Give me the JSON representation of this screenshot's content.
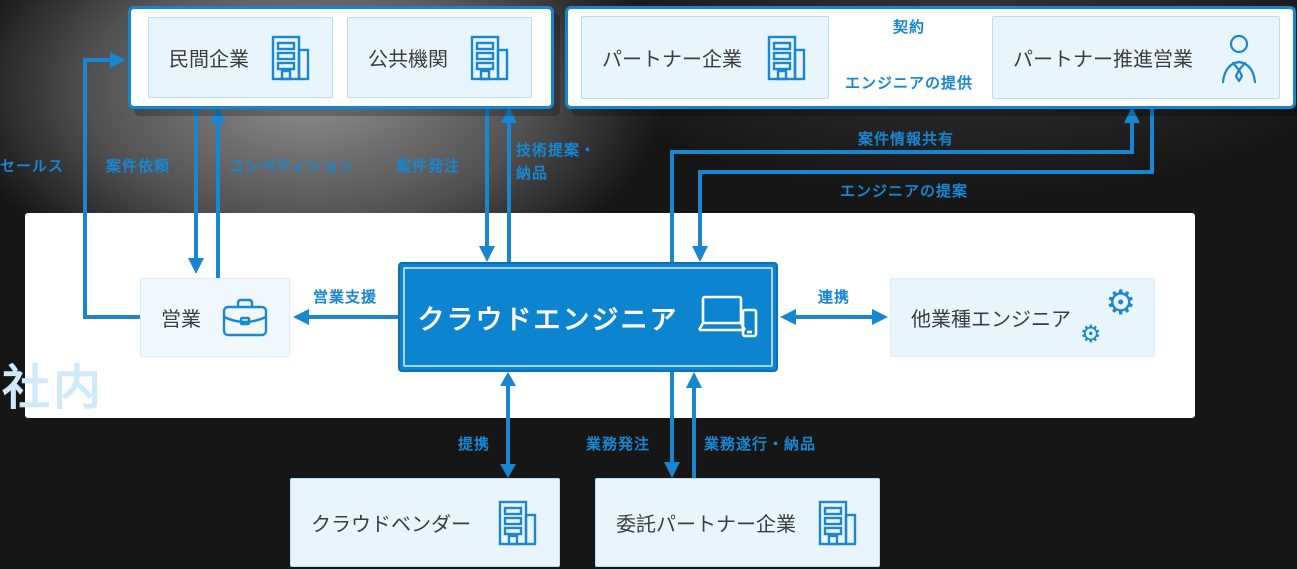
{
  "diagram": {
    "zone_label": "社内",
    "top_left_group": {
      "boxes": [
        {
          "label": "民間企業"
        },
        {
          "label": "公共機関"
        }
      ]
    },
    "top_right_group": {
      "boxes": [
        {
          "label": "パートナー企業"
        },
        {
          "label": "パートナー推進営業"
        }
      ],
      "arrows": {
        "contract": "契約",
        "engineer_supply": "エンジニアの提供"
      }
    },
    "nodes": {
      "sales": "営業",
      "cloud_engineer": "クラウドエンジニア",
      "other_industry_engineer": "他業種エンジニア",
      "cloud_vendor": "クラウドベンダー",
      "outsourcing_partner": "委託パートナー企業"
    },
    "edge_labels": {
      "sales_activity": "セールス",
      "project_request": "案件依頼",
      "competition": "コンペティション",
      "project_order": "案件発注",
      "tech_proposal_delivery": "技術提案・\n納品",
      "project_info_sharing": "案件情報共有",
      "engineer_proposal": "エンジニアの提案",
      "sales_support": "営業支援",
      "collaboration": "連携",
      "alliance": "提携",
      "work_order": "業務発注",
      "work_execution_delivery": "業務遂行・納品"
    },
    "colors": {
      "accent": "#1886d1",
      "center_box_bg": "#0c84d0",
      "light_box_bg": "#e9f5fd",
      "zone_label_color": "#cfe9fa"
    }
  }
}
